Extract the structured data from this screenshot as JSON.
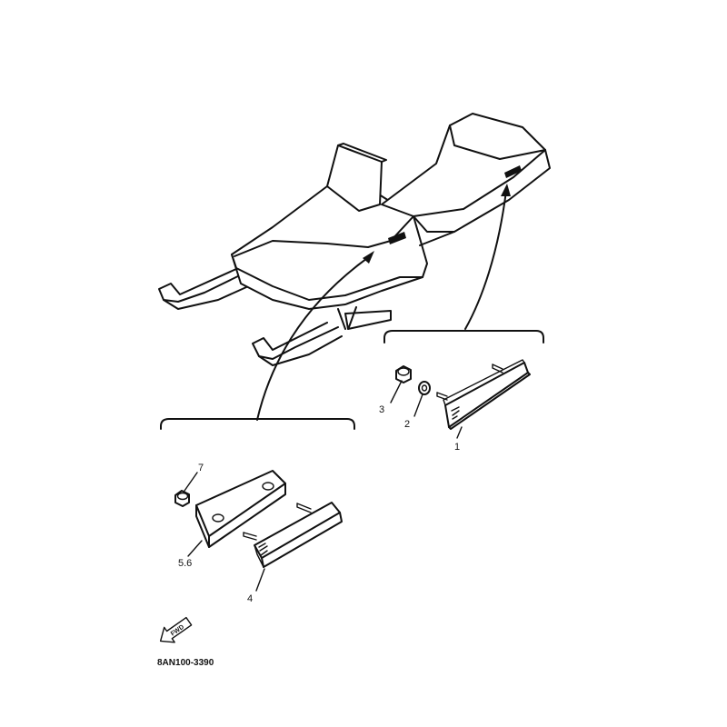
{
  "callouts": {
    "c1": "1",
    "c2": "2",
    "c3": "3",
    "c4": "4",
    "c56": "5.6",
    "c7": "7"
  },
  "arrow_label": "FWD",
  "drawing_code": "8AN100-3390"
}
